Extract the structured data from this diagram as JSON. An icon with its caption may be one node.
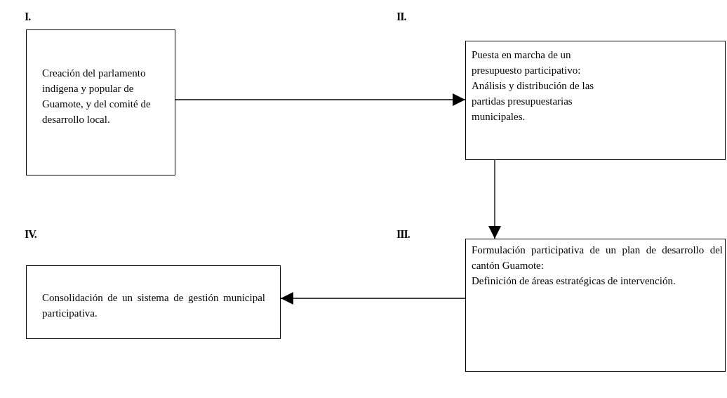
{
  "diagram": {
    "nodes": [
      {
        "text": [
          "Creación del parlamento indígena y popular de Guamote, y del comité de desarrollo local."
        ]
      },
      {
        "text": [
          "Puesta en marcha de un presupuesto participativo:",
          "Análisis y distribución de las partidas presupuestarias municipales."
        ]
      },
      {
        "text": [
          "Formulación participativa de un plan de desarrollo del cantón Guamote:",
          "Definición de áreas estratégicas de intervención."
        ]
      },
      {
        "text": [
          "Consolidación de un sistema de gestión municipal participativa."
        ]
      }
    ],
    "edges": [
      {
        "from": 0,
        "to": 1,
        "arrow": "to"
      },
      {
        "from": 1,
        "to": 2,
        "arrow": "to"
      },
      {
        "from": 2,
        "to": 3,
        "arrow": "to"
      }
    ],
    "labels": [
      "I.",
      "II.",
      "IV.",
      "III."
    ]
  }
}
